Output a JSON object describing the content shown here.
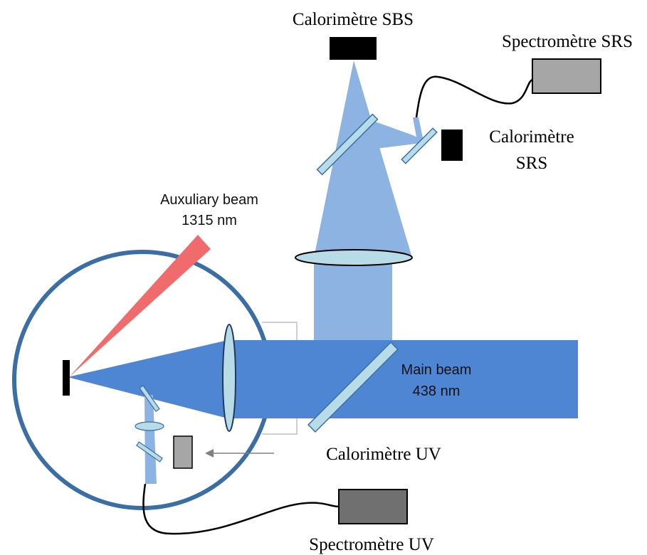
{
  "labels": {
    "calorimetre_sbs": "Calorimètre SBS",
    "spectrometre_srs": "Spectromètre SRS",
    "calorimetre_srs_line1": "Calorimètre",
    "calorimetre_srs_line2": "SRS",
    "auxiliary_beam_line1": "Auxuliary beam",
    "auxiliary_beam_line2": "1315 nm",
    "main_beam_line1": "Main beam",
    "main_beam_line2": "438 nm",
    "calorimetre_uv": "Calorimètre UV",
    "spectrometre_uv": "Spectromètre UV"
  },
  "colors": {
    "main_beam": "#4f86d3",
    "scattered_beam": "#8db3e2",
    "auxiliary_beam": "#f06b6b",
    "chamber": "#3b6ea5",
    "optic_fill": "#b8dbe8",
    "detector_black": "#000000",
    "spectrometer_gray": "#a6a6a6",
    "spectrometer_uv_gray": "#707070"
  }
}
